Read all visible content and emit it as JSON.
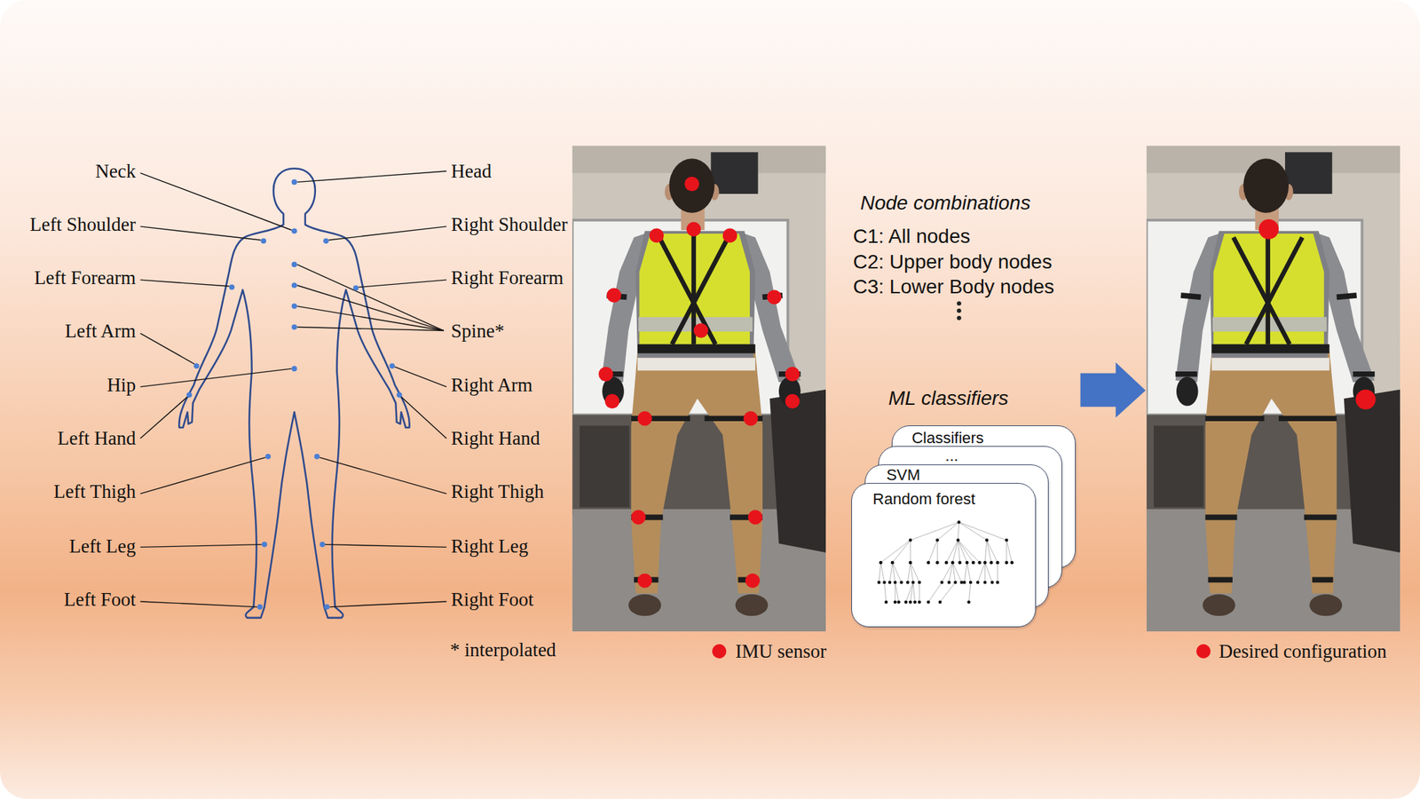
{
  "diagram": {
    "nodes": [
      {
        "text": [
          "Classifiers"
        ]
      },
      {
        "text": [
          "..."
        ]
      },
      {
        "text": [
          "SVM"
        ]
      },
      {
        "text": [
          "Random forest"
        ]
      }
    ],
    "labels": [
      "Neck",
      "Head",
      "Left Shoulder",
      "Right Shoulder",
      "Left Forearm",
      "Right Forearm",
      "Left Arm",
      "Spine*",
      "Hip",
      "Right Arm",
      "Left Hand",
      "Right Hand",
      "Left Thigh",
      "Right Thigh",
      "Left Leg",
      "Right Leg",
      "Left Foot",
      "Right Foot",
      "* interpolated",
      "Node combinations",
      "C1: All nodes",
      "C2: Upper body nodes",
      "C3: Lower Body nodes",
      "ML classifiers"
    ],
    "legend": [
      {
        "text": "IMU sensor",
        "color": "#e8141b"
      },
      {
        "text": "Desired configuration",
        "color": "#e8141b"
      }
    ]
  }
}
